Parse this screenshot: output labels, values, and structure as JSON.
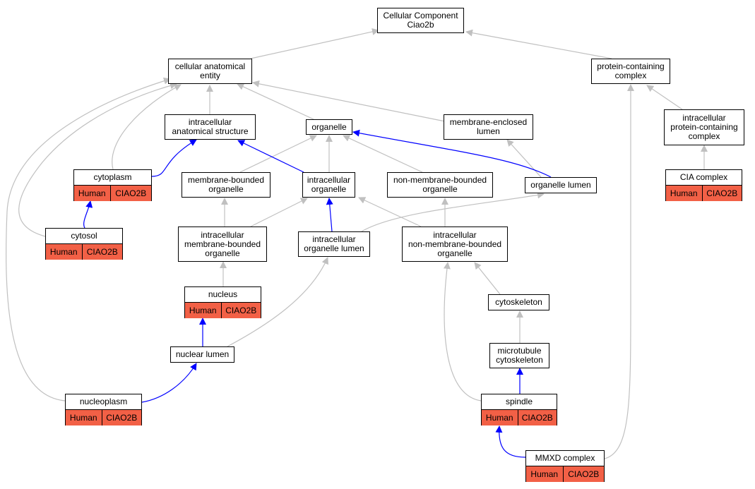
{
  "colors": {
    "edge_gray": "#c0c0c0",
    "edge_blue": "#0000ff",
    "annotation_fill": "#f26046"
  },
  "nodes": {
    "root": {
      "label": "Cellular Component\nCiao2b"
    },
    "cae": {
      "label": "cellular anatomical\nentity"
    },
    "pcc": {
      "label": "protein-containing\ncomplex"
    },
    "ias": {
      "label": "intracellular\nanatomical structure"
    },
    "organelle": {
      "label": "organelle"
    },
    "mel": {
      "label": "membrane-enclosed\nlumen"
    },
    "ipcc": {
      "label": "intracellular\nprotein-containing\ncomplex"
    },
    "cytoplasm": {
      "label": "cytoplasm",
      "species": "Human",
      "gene": "CIAO2B"
    },
    "mbo": {
      "label": "membrane-bounded\norganelle"
    },
    "io": {
      "label": "intracellular\norganelle"
    },
    "nmbo": {
      "label": "non-membrane-bounded\norganelle"
    },
    "ol": {
      "label": "organelle lumen"
    },
    "cia": {
      "label": "CIA complex",
      "species": "Human",
      "gene": "CIAO2B"
    },
    "cytosol": {
      "label": "cytosol",
      "species": "Human",
      "gene": "CIAO2B"
    },
    "imbo": {
      "label": "intracellular\nmembrane-bounded\norganelle"
    },
    "iol": {
      "label": "intracellular\norganelle lumen"
    },
    "inmbo": {
      "label": "intracellular\nnon-membrane-bounded\norganelle"
    },
    "nucleus": {
      "label": "nucleus",
      "species": "Human",
      "gene": "CIAO2B"
    },
    "cytoskeleton": {
      "label": "cytoskeleton"
    },
    "nl": {
      "label": "nuclear lumen"
    },
    "mtc": {
      "label": "microtubule\ncytoskeleton"
    },
    "nucleoplasm": {
      "label": "nucleoplasm",
      "species": "Human",
      "gene": "CIAO2B"
    },
    "spindle": {
      "label": "spindle",
      "species": "Human",
      "gene": "CIAO2B"
    },
    "mmxd": {
      "label": "MMXD complex",
      "species": "Human",
      "gene": "CIAO2B"
    }
  }
}
